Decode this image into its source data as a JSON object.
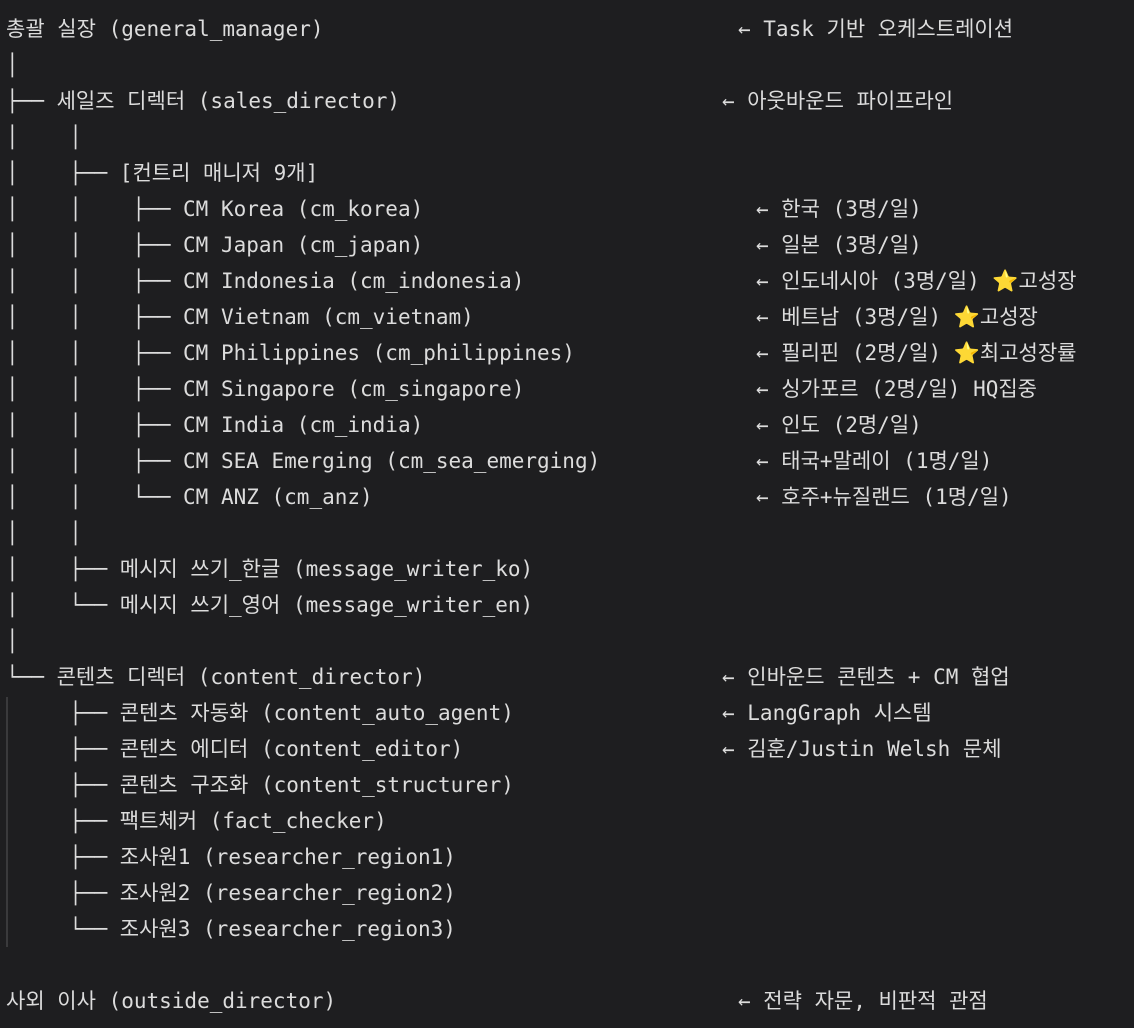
{
  "lines": [
    {
      "tree": "",
      "label": "총괄 실장 (general_manager)",
      "note": "← Task 기반 오케스트레이션"
    },
    {
      "tree": "│",
      "label": "",
      "note": ""
    },
    {
      "tree": "├── ",
      "label": "세일즈 디렉터 (sales_director)",
      "note": "← 아웃바운드 파이프라인"
    },
    {
      "tree": "│    │",
      "label": "",
      "note": ""
    },
    {
      "tree": "│    ├── ",
      "label": "[컨트리 매니저 9개]",
      "note": ""
    },
    {
      "tree": "│    │    ├── ",
      "label": "CM Korea (cm_korea)",
      "note": "← 한국 (3명/일)"
    },
    {
      "tree": "│    │    ├── ",
      "label": "CM Japan (cm_japan)",
      "note": "← 일본 (3명/일)"
    },
    {
      "tree": "│    │    ├── ",
      "label": "CM Indonesia (cm_indonesia)",
      "note": "← 인도네시아 (3명/일) ⭐고성장"
    },
    {
      "tree": "│    │    ├── ",
      "label": "CM Vietnam (cm_vietnam)",
      "note": "← 베트남 (3명/일) ⭐고성장"
    },
    {
      "tree": "│    │    ├── ",
      "label": "CM Philippines (cm_philippines)",
      "note": "← 필리핀 (2명/일) ⭐최고성장률"
    },
    {
      "tree": "│    │    ├── ",
      "label": "CM Singapore (cm_singapore)",
      "note": "← 싱가포르 (2명/일) HQ집중"
    },
    {
      "tree": "│    │    ├── ",
      "label": "CM India (cm_india)",
      "note": "← 인도 (2명/일)"
    },
    {
      "tree": "│    │    ├── ",
      "label": "CM SEA Emerging (cm_sea_emerging)",
      "note": "← 태국+말레이 (1명/일)"
    },
    {
      "tree": "│    │    └── ",
      "label": "CM ANZ (cm_anz)",
      "note": "← 호주+뉴질랜드 (1명/일)"
    },
    {
      "tree": "│    │",
      "label": "",
      "note": ""
    },
    {
      "tree": "│    ├── ",
      "label": "메시지 쓰기_한글 (message_writer_ko)",
      "note": ""
    },
    {
      "tree": "│    └── ",
      "label": "메시지 쓰기_영어 (message_writer_en)",
      "note": ""
    },
    {
      "tree": "│",
      "label": "",
      "note": ""
    },
    {
      "tree": "└── ",
      "label": "콘텐츠 디렉터 (content_director)",
      "note": "← 인바운드 콘텐츠 + CM 협업"
    },
    {
      "tree": "     ├── ",
      "label": "콘텐츠 자동화 (content_auto_agent)",
      "note": "← LangGraph 시스템"
    },
    {
      "tree": "     ├── ",
      "label": "콘텐츠 에디터 (content_editor)",
      "note": "← 김훈/Justin Welsh 문체"
    },
    {
      "tree": "     ├── ",
      "label": "콘텐츠 구조화 (content_structurer)",
      "note": ""
    },
    {
      "tree": "     ├── ",
      "label": "팩트체커 (fact_checker)",
      "note": ""
    },
    {
      "tree": "     ├── ",
      "label": "조사원1 (researcher_region1)",
      "note": ""
    },
    {
      "tree": "     ├── ",
      "label": "조사원2 (researcher_region2)",
      "note": ""
    },
    {
      "tree": "     └── ",
      "label": "조사원3 (researcher_region3)",
      "note": ""
    },
    {
      "tree": "",
      "label": "",
      "note": ""
    },
    {
      "tree": "",
      "label": "사외 이사 (outside_director)",
      "note": "← 전략 자문, 비판적 관점"
    }
  ]
}
